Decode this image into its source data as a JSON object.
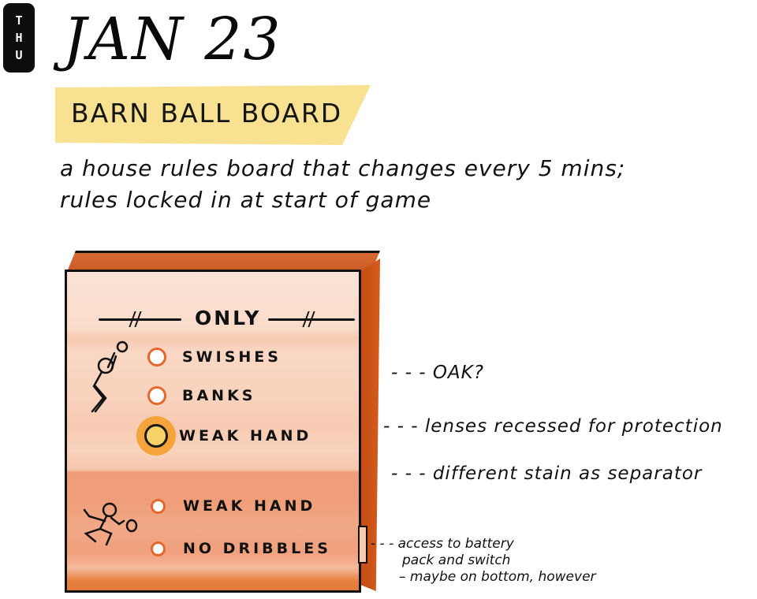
{
  "header": {
    "day_letters": [
      "T",
      "H",
      "U"
    ],
    "date": "JAN 23"
  },
  "title": "BARN BALL BOARD",
  "description": [
    "a house rules board that changes every 5 mins;",
    "rules locked in  at  start of game"
  ],
  "board": {
    "heading": "ONLY",
    "upper_section": {
      "figure": "jump-shot-stick-figure",
      "rules": [
        {
          "label": "SWISHES",
          "lit": false
        },
        {
          "label": "BANKS",
          "lit": false
        },
        {
          "label": "WEAK HAND",
          "lit": true
        }
      ]
    },
    "lower_section": {
      "figure": "running-dribble-stick-figure",
      "rules": [
        {
          "label": "WEAK HAND",
          "lit": false
        },
        {
          "label": "NO DRIBBLES",
          "lit": false
        }
      ]
    }
  },
  "annotations": {
    "oak": "- - - OAK?",
    "lenses": "- - - lenses recessed for protection",
    "stain": "- - - different stain as separator",
    "battery": [
      "- - - access to battery",
      "pack and switch",
      "– maybe on bottom, however"
    ]
  },
  "colors": {
    "highlight": "#f8df8a",
    "wood_light": "#f9d7c4",
    "wood_dark": "#ef9e79",
    "frame": "#d65a1c",
    "lens_ring": "#e5672c",
    "lens_lit": "#f4a43a"
  }
}
